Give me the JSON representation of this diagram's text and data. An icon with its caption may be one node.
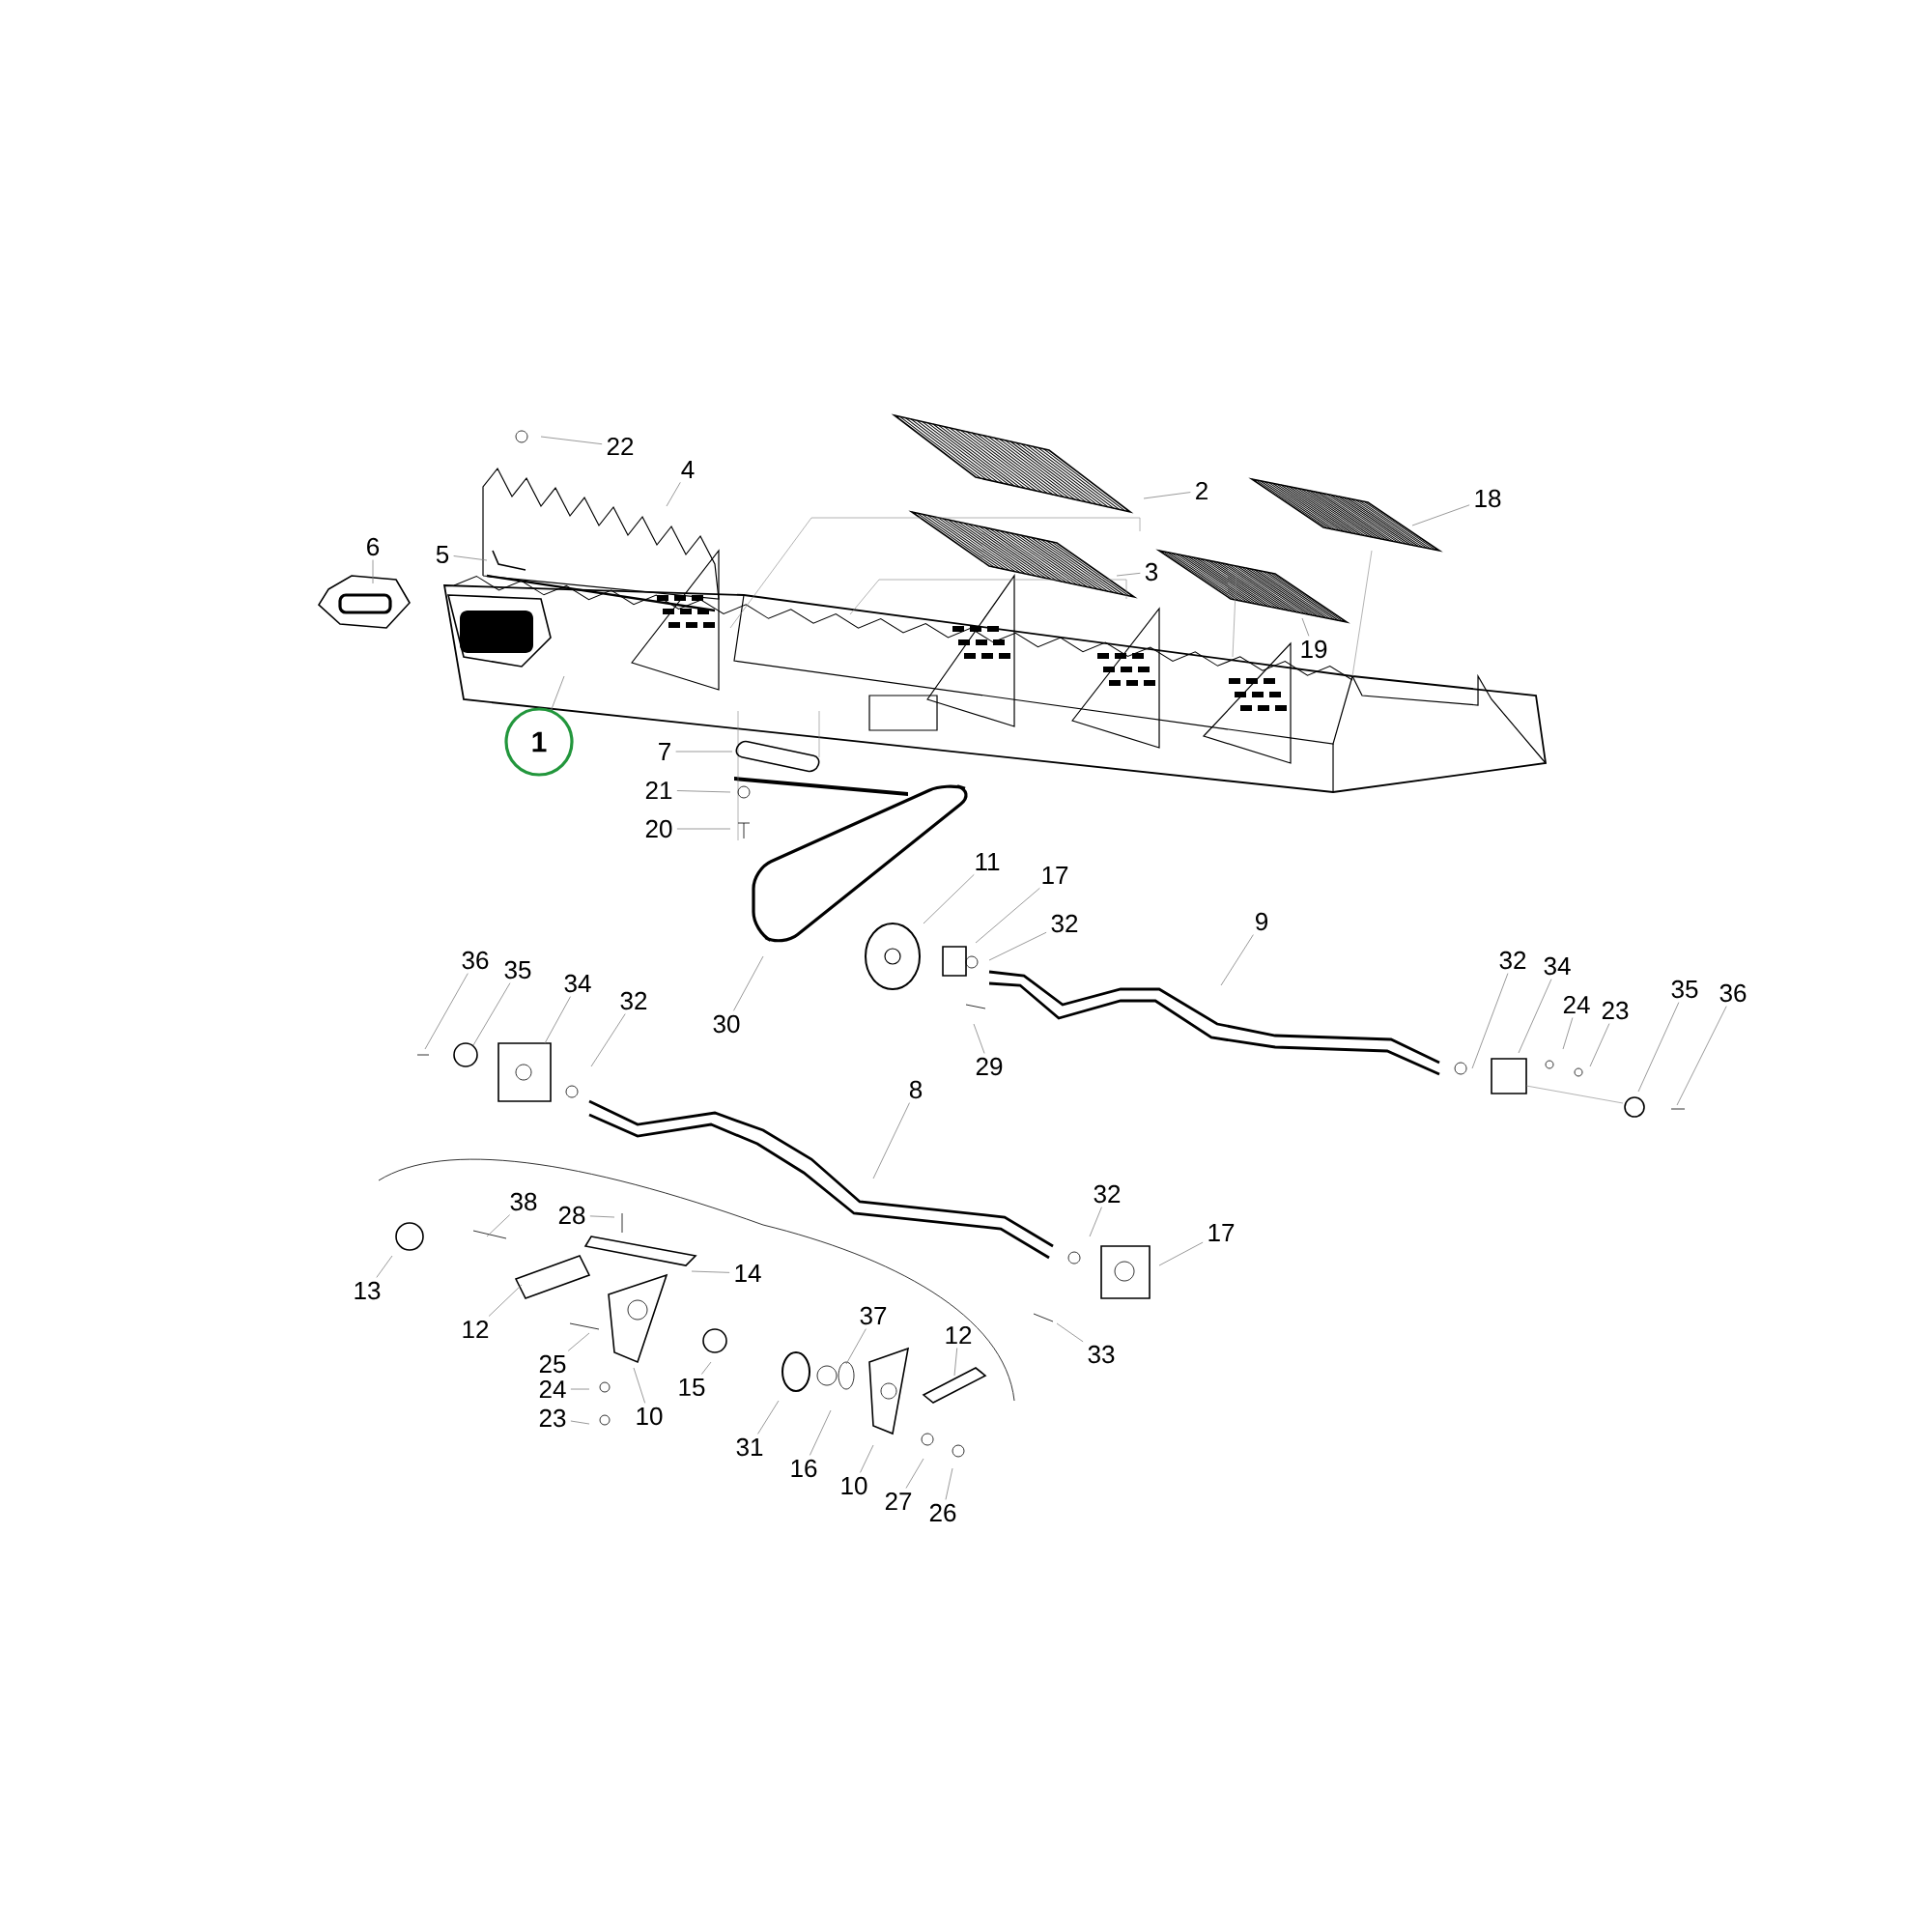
{
  "diagram": {
    "nodes": [
      {
        "text": [
          "1"
        ]
      },
      {
        "text": [
          "22"
        ]
      },
      {
        "text": [
          "4"
        ]
      },
      {
        "text": [
          "5"
        ]
      },
      {
        "text": [
          "6"
        ]
      },
      {
        "text": [
          "2"
        ]
      },
      {
        "text": [
          "18"
        ]
      },
      {
        "text": [
          "3"
        ]
      },
      {
        "text": [
          "19"
        ]
      },
      {
        "text": [
          "7"
        ]
      },
      {
        "text": [
          "21"
        ]
      },
      {
        "text": [
          "20"
        ]
      },
      {
        "text": [
          "11"
        ]
      },
      {
        "text": [
          "17"
        ]
      },
      {
        "text": [
          "32"
        ]
      },
      {
        "text": [
          "9"
        ]
      },
      {
        "text": [
          "30"
        ]
      },
      {
        "text": [
          "29"
        ]
      },
      {
        "text": [
          "36"
        ]
      },
      {
        "text": [
          "35"
        ]
      },
      {
        "text": [
          "34"
        ]
      },
      {
        "text": [
          "32"
        ]
      },
      {
        "text": [
          "32"
        ]
      },
      {
        "text": [
          "34"
        ]
      },
      {
        "text": [
          "24"
        ]
      },
      {
        "text": [
          "23"
        ]
      },
      {
        "text": [
          "35"
        ]
      },
      {
        "text": [
          "36"
        ]
      },
      {
        "text": [
          "8"
        ]
      },
      {
        "text": [
          "32"
        ]
      },
      {
        "text": [
          "17"
        ]
      },
      {
        "text": [
          "33"
        ]
      },
      {
        "text": [
          "38"
        ]
      },
      {
        "text": [
          "28"
        ]
      },
      {
        "text": [
          "14"
        ]
      },
      {
        "text": [
          "13"
        ]
      },
      {
        "text": [
          "12"
        ]
      },
      {
        "text": [
          "25"
        ]
      },
      {
        "text": [
          "24"
        ]
      },
      {
        "text": [
          "23"
        ]
      },
      {
        "text": [
          "15"
        ]
      },
      {
        "text": [
          "10"
        ]
      },
      {
        "text": [
          "37"
        ]
      },
      {
        "text": [
          "12"
        ]
      },
      {
        "text": [
          "31"
        ]
      },
      {
        "text": [
          "16"
        ]
      },
      {
        "text": [
          "10"
        ]
      },
      {
        "text": [
          "27"
        ]
      },
      {
        "text": [
          "26"
        ]
      }
    ],
    "edges": [
      {
        "from": 0,
        "to": null,
        "arrow": "none"
      },
      {
        "from": 1,
        "to": null,
        "arrow": "none"
      },
      {
        "from": 2,
        "to": null,
        "arrow": "none"
      },
      {
        "from": 3,
        "to": null,
        "arrow": "none"
      },
      {
        "from": 4,
        "to": null,
        "arrow": "none"
      },
      {
        "from": 5,
        "to": null,
        "arrow": "none"
      },
      {
        "from": 6,
        "to": null,
        "arrow": "none"
      },
      {
        "from": 7,
        "to": null,
        "arrow": "none"
      },
      {
        "from": 8,
        "to": null,
        "arrow": "none"
      },
      {
        "from": 9,
        "to": null,
        "arrow": "none"
      },
      {
        "from": 10,
        "to": null,
        "arrow": "none"
      },
      {
        "from": 11,
        "to": null,
        "arrow": "none"
      },
      {
        "from": 12,
        "to": null,
        "arrow": "none"
      },
      {
        "from": 13,
        "to": null,
        "arrow": "none"
      },
      {
        "from": 14,
        "to": null,
        "arrow": "none"
      },
      {
        "from": 15,
        "to": null,
        "arrow": "none"
      },
      {
        "from": 16,
        "to": null,
        "arrow": "none"
      },
      {
        "from": 17,
        "to": null,
        "arrow": "none"
      },
      {
        "from": 18,
        "to": null,
        "arrow": "none"
      },
      {
        "from": 19,
        "to": null,
        "arrow": "none"
      },
      {
        "from": 20,
        "to": null,
        "arrow": "none"
      },
      {
        "from": 21,
        "to": null,
        "arrow": "none"
      },
      {
        "from": 22,
        "to": null,
        "arrow": "none"
      },
      {
        "from": 23,
        "to": null,
        "arrow": "none"
      },
      {
        "from": 24,
        "to": null,
        "arrow": "none"
      },
      {
        "from": 25,
        "to": null,
        "arrow": "none"
      },
      {
        "from": 26,
        "to": null,
        "arrow": "none"
      },
      {
        "from": 27,
        "to": null,
        "arrow": "none"
      },
      {
        "from": 28,
        "to": null,
        "arrow": "none"
      },
      {
        "from": 29,
        "to": null,
        "arrow": "none"
      },
      {
        "from": 30,
        "to": null,
        "arrow": "none"
      },
      {
        "from": 31,
        "to": null,
        "arrow": "none"
      },
      {
        "from": 32,
        "to": null,
        "arrow": "none"
      },
      {
        "from": 33,
        "to": null,
        "arrow": "none"
      },
      {
        "from": 34,
        "to": null,
        "arrow": "none"
      },
      {
        "from": 35,
        "to": null,
        "arrow": "none"
      },
      {
        "from": 36,
        "to": null,
        "arrow": "none"
      },
      {
        "from": 37,
        "to": null,
        "arrow": "none"
      },
      {
        "from": 38,
        "to": null,
        "arrow": "none"
      },
      {
        "from": 39,
        "to": null,
        "arrow": "none"
      },
      {
        "from": 40,
        "to": null,
        "arrow": "none"
      },
      {
        "from": 41,
        "to": null,
        "arrow": "none"
      },
      {
        "from": 42,
        "to": null,
        "arrow": "none"
      },
      {
        "from": 43,
        "to": null,
        "arrow": "none"
      },
      {
        "from": 44,
        "to": null,
        "arrow": "none"
      },
      {
        "from": 45,
        "to": null,
        "arrow": "none"
      },
      {
        "from": 46,
        "to": null,
        "arrow": "none"
      },
      {
        "from": 47,
        "to": null,
        "arrow": "none"
      },
      {
        "from": 48,
        "to": null,
        "arrow": "none"
      }
    ]
  }
}
